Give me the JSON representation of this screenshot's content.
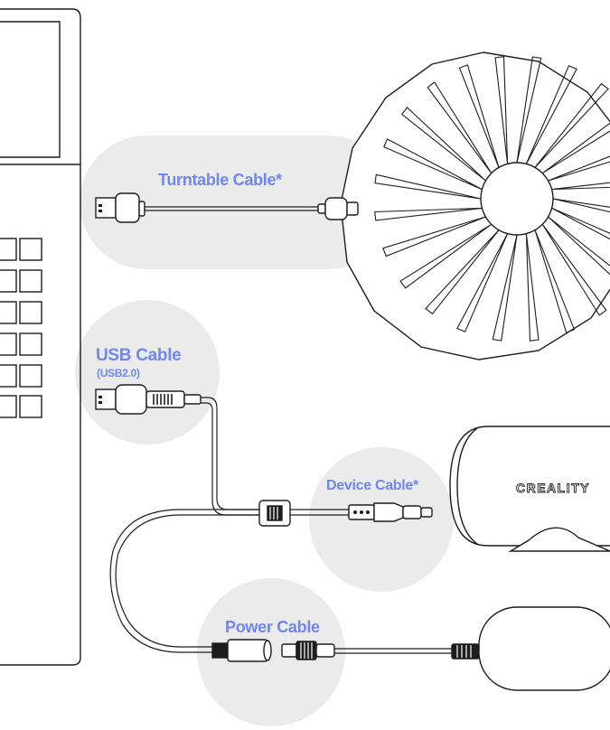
{
  "labels": {
    "turntable_cable": "Turntable Cable*",
    "usb_cable": "USB Cable",
    "usb_cable_spec": "(USB2.0)",
    "device_cable": "Device Cable*",
    "power_cable": "Power Cable"
  },
  "device": {
    "brand": "CREALITY"
  },
  "colors": {
    "label": "#6f86f3",
    "blob": "#ebebeb",
    "line": "#1d1d1d"
  }
}
